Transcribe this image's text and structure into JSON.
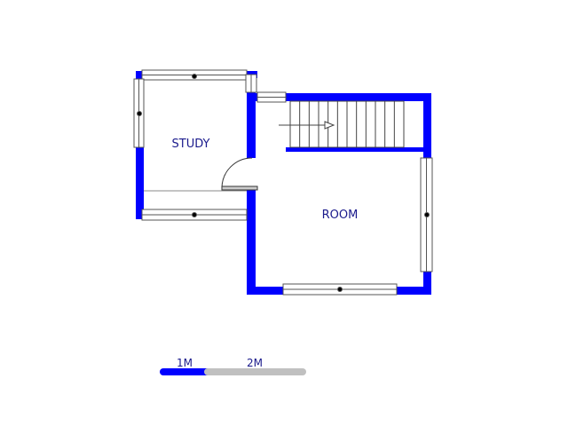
{
  "rooms": {
    "study": "STUDY",
    "room": "ROOM"
  },
  "scale": {
    "label_1": "1M",
    "label_2": "2M"
  },
  "colors": {
    "wall": "#0000ff",
    "label": "#1a1a8c",
    "window_frame": "#555555",
    "scale_gray": "#c0c0c0"
  }
}
